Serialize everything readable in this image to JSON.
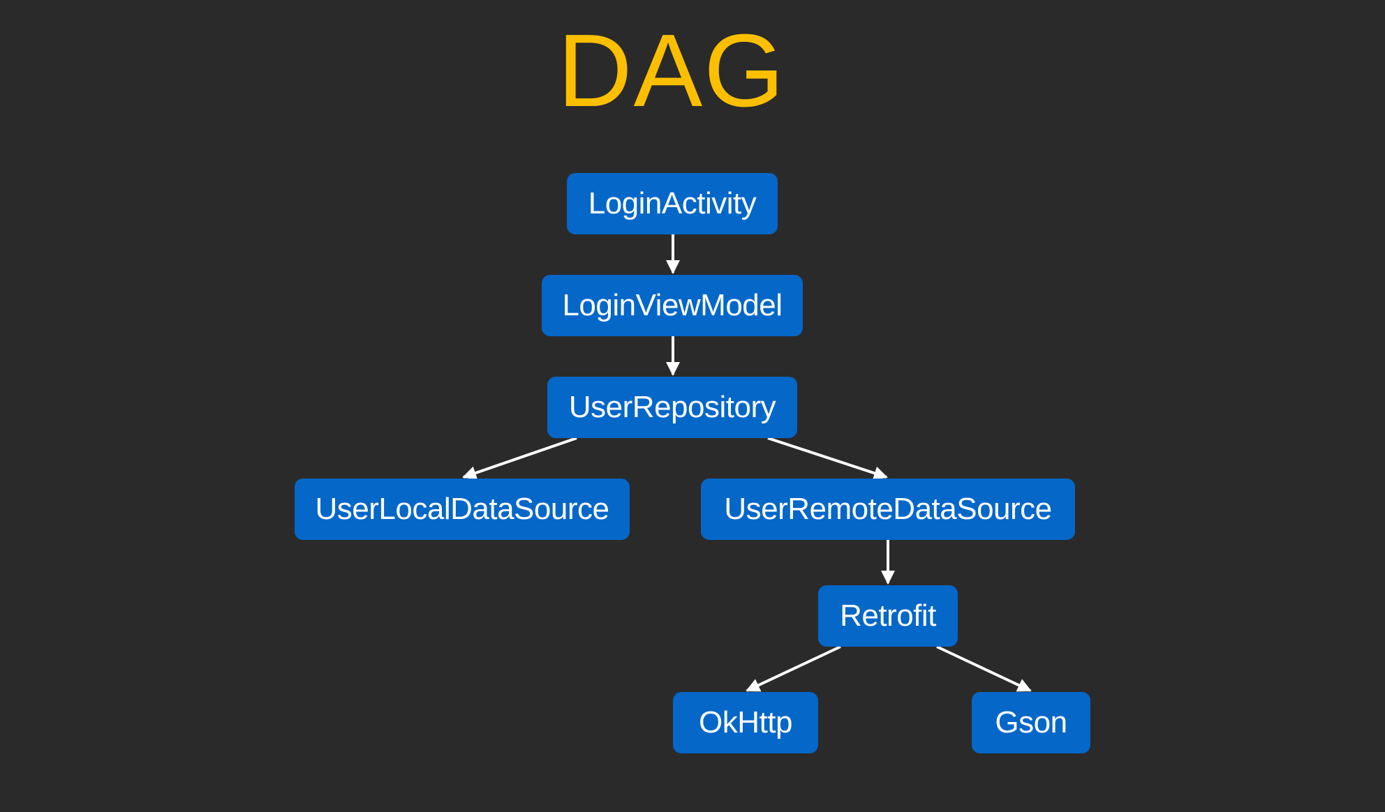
{
  "title": "DAG",
  "nodes": {
    "login_activity": "LoginActivity",
    "login_view_model": "LoginViewModel",
    "user_repository": "UserRepository",
    "user_local_data_source": "UserLocalDataSource",
    "user_remote_data_source": "UserRemoteDataSource",
    "retrofit": "Retrofit",
    "okhttp": "OkHttp",
    "gson": "Gson"
  },
  "edges": [
    {
      "from": "login_activity",
      "to": "login_view_model"
    },
    {
      "from": "login_view_model",
      "to": "user_repository"
    },
    {
      "from": "user_repository",
      "to": "user_local_data_source"
    },
    {
      "from": "user_repository",
      "to": "user_remote_data_source"
    },
    {
      "from": "user_remote_data_source",
      "to": "retrofit"
    },
    {
      "from": "retrofit",
      "to": "okhttp"
    },
    {
      "from": "retrofit",
      "to": "gson"
    }
  ],
  "colors": {
    "background": "#2a2a2a",
    "title": "#fcbf00",
    "node_fill": "#0567c8",
    "node_text": "#ffffff",
    "edge": "#ffffff"
  }
}
